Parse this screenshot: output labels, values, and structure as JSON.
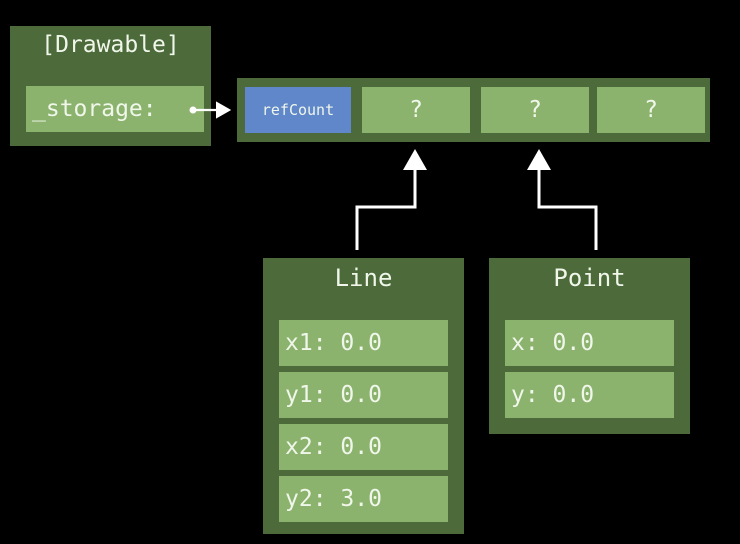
{
  "drawable": {
    "title": "[Drawable]",
    "storage_label": "_storage:"
  },
  "buffer": {
    "ref_label": "refCount",
    "slots": [
      "?",
      "?",
      "?"
    ]
  },
  "line": {
    "title": "Line",
    "fields": [
      "x1: 0.0",
      "y1: 0.0",
      "x2: 0.0",
      "y2: 3.0"
    ]
  },
  "point": {
    "title": "Point",
    "fields": [
      "x: 0.0",
      "y: 0.0"
    ]
  },
  "colors": {
    "box": "#4c6a3a",
    "cell": "#8bb36e",
    "refcount": "#5f87c9",
    "arrow": "#ffffff"
  }
}
